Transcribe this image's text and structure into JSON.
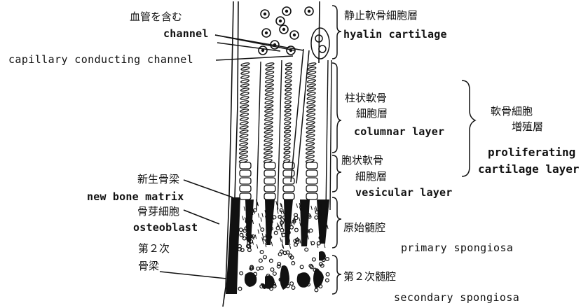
{
  "labels": {
    "channel_jp": "血管を含む",
    "channel_en": "channel",
    "capillary_en": "capillary conducting channel",
    "hyalin_jp": "静止軟骨細胞層",
    "hyalin_en": "hyalin cartilage",
    "columnar_jp1": "柱状軟骨",
    "columnar_jp2": "細胞層",
    "columnar_en": "columnar layer",
    "prolif_jp1": "軟骨細胞",
    "prolif_jp2": "増殖層",
    "prolif_en1": "proliferating",
    "prolif_en2": "cartilage layer",
    "vesicular_jp1": "胞状軟骨",
    "vesicular_jp2": "細胞層",
    "vesicular_en": "vesicular layer",
    "newbone_jp": "新生骨梁",
    "newbone_en": "new bone matrix",
    "osteoblast_jp": "骨芽細胞",
    "osteoblast_en": "osteoblast",
    "secondtrab_jp1": "第２次",
    "secondtrab_jp2": "骨梁",
    "primary_jp": "原始髄腔",
    "primary_en": "primary spongiosa",
    "secondary_jp": "第２次髄腔",
    "secondary_en": "secondary spongiosa"
  },
  "colors": {
    "ink": "#111111",
    "background": "#ffffff"
  }
}
